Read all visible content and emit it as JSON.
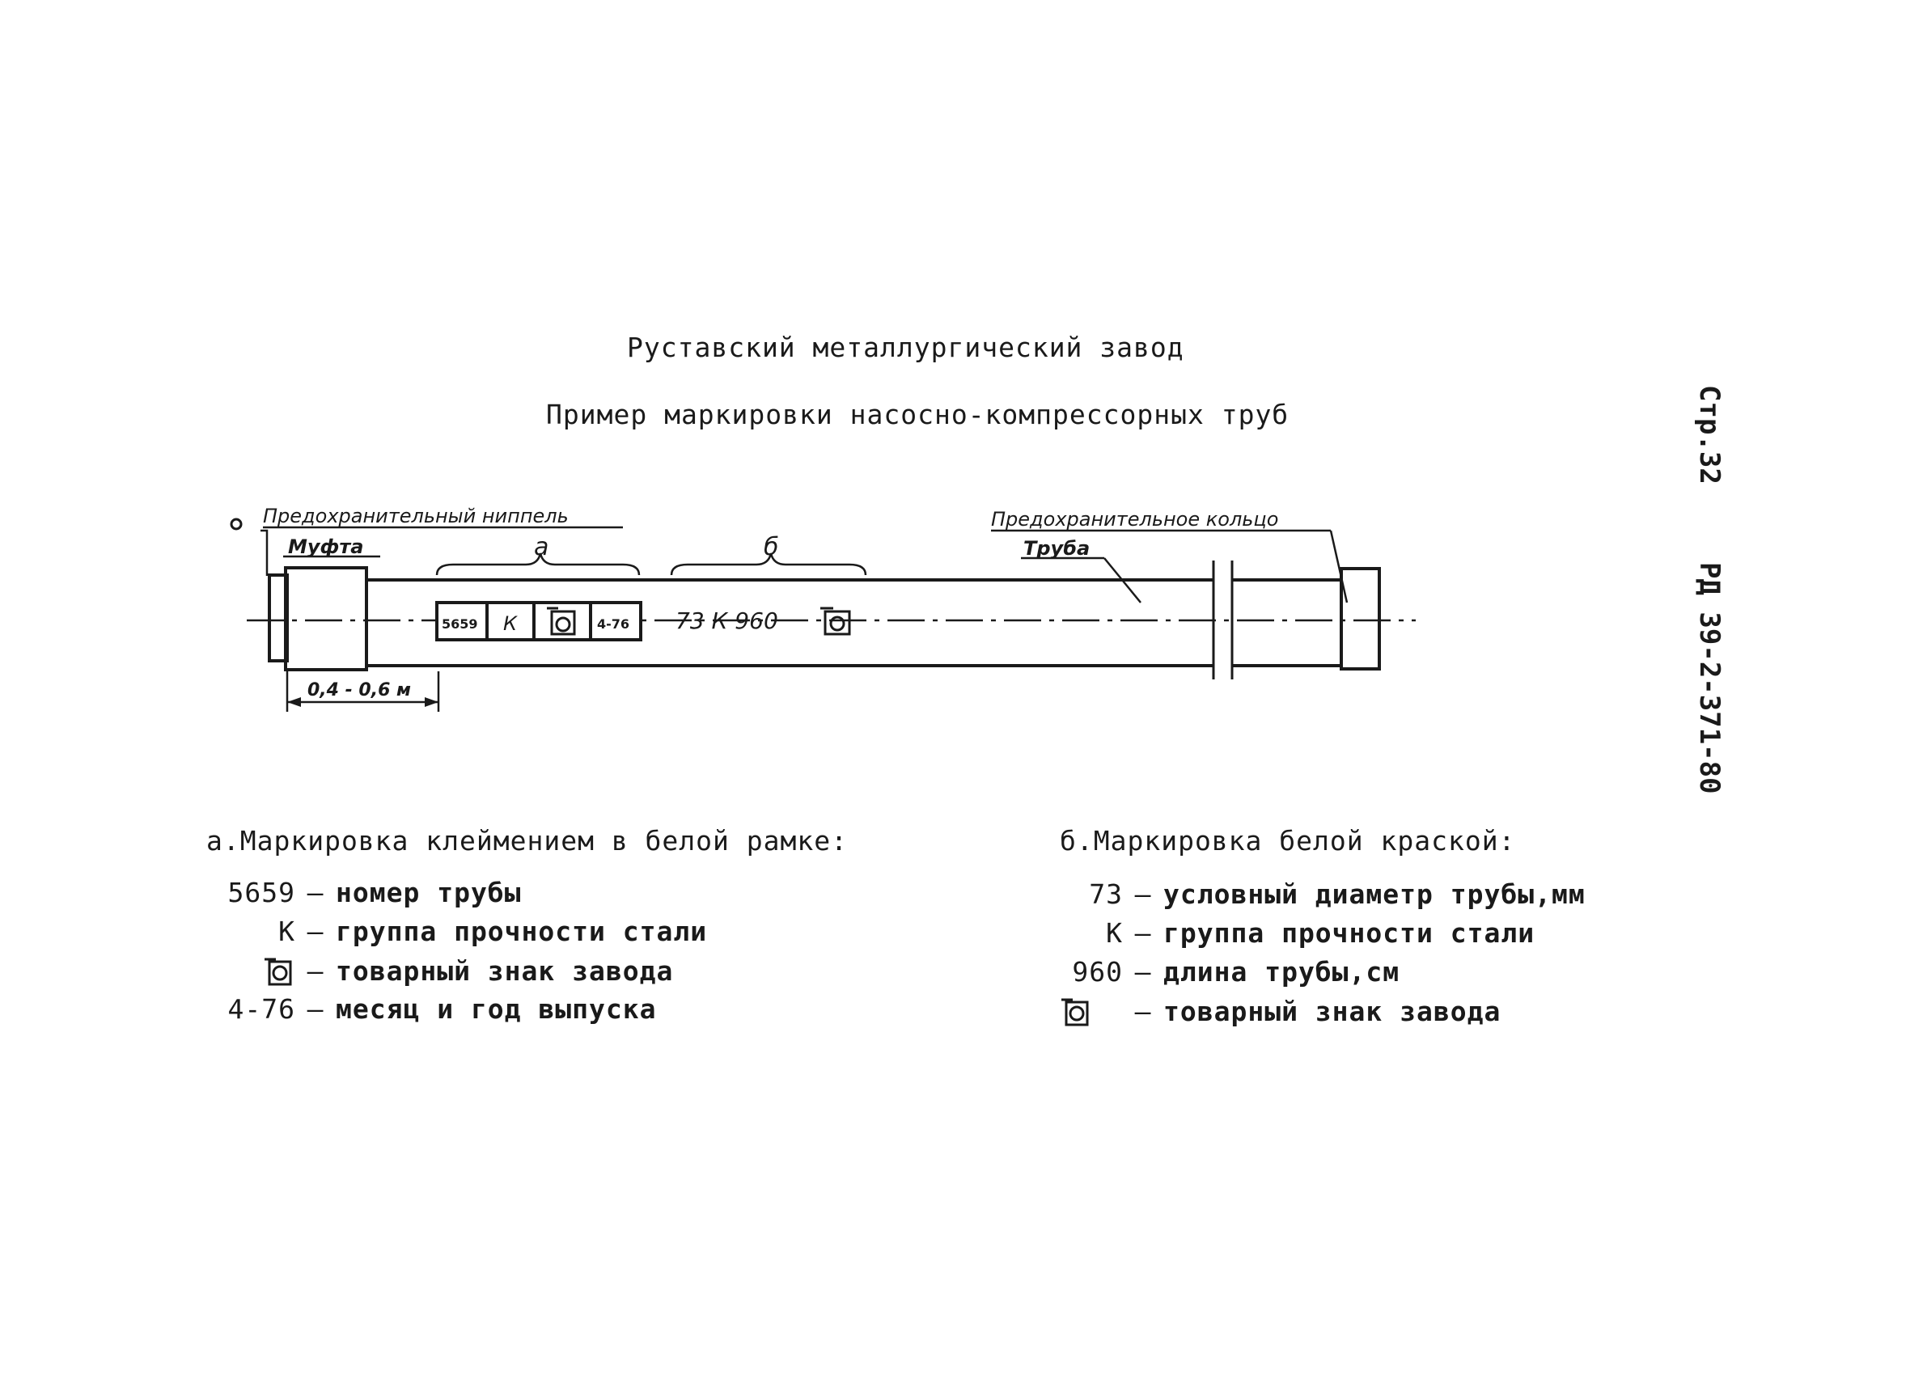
{
  "header": {
    "plant": "Руставский металлургический завод",
    "title": "Пример маркировки насосно-компрессорных труб"
  },
  "side": {
    "page": "Стр.32",
    "doc_code": "РД 39-2-371-80"
  },
  "drawing": {
    "label_nipple": "Предохранительный ниппель",
    "label_coupling": "Муфта",
    "label_ring": "Предохранительное кольцо",
    "label_pipe": "Труба",
    "zone_a": "а",
    "zone_b": "б",
    "dimension": "0,4 - 0,6 м",
    "stamp_cells": [
      "5659",
      "К",
      "4-76"
    ],
    "paint_text": "73  К  960"
  },
  "legend_a": {
    "heading": "а.Маркировка клеймением в белой рамке:",
    "items": [
      {
        "code": "5659",
        "desc": "номер трубы"
      },
      {
        "code": "К",
        "desc": "группа прочности стали"
      },
      {
        "code": "",
        "desc": "товарный знак завода",
        "icon": "trademark-icon"
      },
      {
        "code": "4-76",
        "desc": "месяц и год выпуска"
      }
    ]
  },
  "legend_b": {
    "heading": "б.Маркировка белой краской:",
    "items": [
      {
        "code": "73",
        "desc": "условный диаметр трубы,мм"
      },
      {
        "code": "К",
        "desc": "группа прочности стали"
      },
      {
        "code": "960",
        "desc": "длина трубы,см"
      },
      {
        "code": "",
        "desc": "товарный знак завода",
        "icon": "trademark-icon"
      }
    ]
  }
}
